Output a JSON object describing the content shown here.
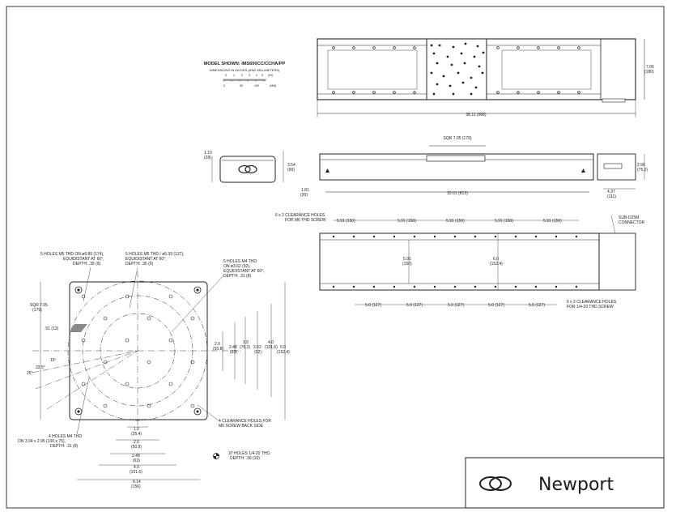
{
  "title_block": {
    "model": "MODEL SHOWN: IMS600CC/CCHA/PP",
    "units_note": "DIMENSIONS IN INCHES (AND MILLIMETERS)",
    "scale_in_ticks": [
      "0",
      "1",
      "2",
      "3",
      "4",
      "5"
    ],
    "scale_in_unit": "(IN)",
    "scale_mm_ticks": [
      "0",
      "50",
      "100"
    ],
    "scale_mm_unit": "(MM)"
  },
  "top_view": {
    "length": "38.11 (968)",
    "height_in": "7.06",
    "height_mm": "(180)"
  },
  "end_view": {
    "base_in": "1.10",
    "base_mm": "(28)",
    "h_in": "3.54",
    "h_mm": "(90)"
  },
  "side_view": {
    "carriage": "SQR 7.05 (179)",
    "travel": "32.01 (813)",
    "left_in": "1.81",
    "left_mm": "(30)",
    "right_h_in": "2.96",
    "right_h_mm": "(75.2)",
    "conn_in": "4.37",
    "conn_mm": "(111)"
  },
  "bottom_view": {
    "holes_top": [
      "6 x 2 CLEARANCE HOLES",
      "FOR M6 THD SCREW"
    ],
    "top_spacing": [
      "5.91 (150)",
      "5.91 (150)",
      "5.91 (150)",
      "5.91 (150)",
      "5.91 (150)"
    ],
    "connector": [
      "SUB-D25M",
      "CONNECTOR"
    ],
    "inner_in": "5.91",
    "inner_mm": "(150)",
    "outer_in": "6.0",
    "outer_mm": "(152.4)",
    "bottom_spacing": [
      "5.0 (127)",
      "5.0 (127)",
      "5.0 (127)",
      "5.0 (127)",
      "5.0 (127)"
    ],
    "holes_bottom": [
      "6 x 2 CLEARANCE HOLES",
      "FOR 1/4-20 THD SCREW"
    ]
  },
  "carriage_detail": {
    "note_a": [
      "5 HOLES M5 THD ON ø6.85 (174),",
      "EQUIDISTANT AT 60°,",
      "DEPTH: .35 (9)"
    ],
    "note_b": [
      "5 HOLES M5 THD / ø5.39 (137),",
      "EQUIDISTANT AT 60°,",
      "DEPTH: .35 (9)"
    ],
    "note_c": [
      "5 HOLES M4 THD",
      "ON ø3.62 (92),",
      "EQUIDISTANT AT 60°,",
      "DEPTH: .31 (8)"
    ],
    "sqr": [
      "SQR 7.05",
      "(179)"
    ],
    "d51": ".51 (13)",
    "angles": [
      "15°",
      "22.5°",
      "25°"
    ],
    "vdims": [
      [
        "2.0",
        "(50.8)"
      ],
      [
        "2.48",
        "(63)"
      ],
      [
        "3.0",
        "(76.2)"
      ],
      [
        "3.62",
        "(92)"
      ],
      [
        "4.0",
        "(101.6)"
      ],
      [
        "6.0",
        "(152.4)"
      ]
    ],
    "hdims": [
      [
        "1.0",
        "(25.4)"
      ],
      [
        "2.0",
        "(50.8)"
      ],
      [
        "2.48",
        "(63)"
      ],
      [
        "4.0",
        "(101.6)"
      ],
      [
        "6.14",
        "(156)"
      ]
    ],
    "note_d": [
      "4 HOLES M4 THD",
      "ON 3.94 x 2.95 (100 x 75),",
      "DEPTH: .31 (8)"
    ],
    "note_e": [
      "4 CLEARANCE HOLES FOR",
      "M6 SCREW BACK SIDE"
    ],
    "note_f": [
      "37 HOLES 1/4-20 THD,",
      "DEPTH: .39 (10)"
    ]
  },
  "brand": {
    "name": "Newport"
  },
  "colors": {
    "line": "#222222",
    "frame": "#333333",
    "paper": "#ffffff"
  }
}
